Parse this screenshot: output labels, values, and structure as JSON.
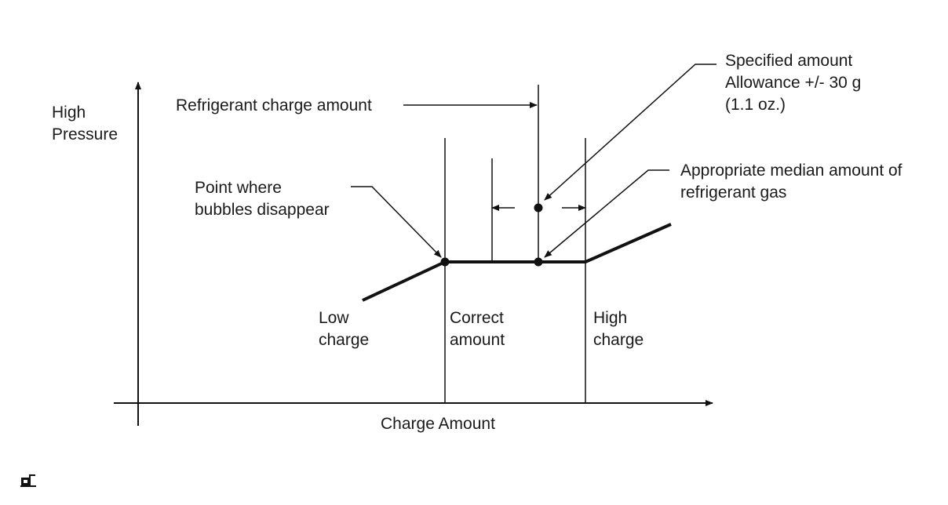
{
  "labels": {
    "y_axis": [
      "High",
      "Pressure"
    ],
    "x_axis": "Charge Amount",
    "refrigerant_charge": "Refrigerant charge amount",
    "specified": [
      "Specified amount",
      "Allowance +/- 30 g",
      "(1.1 oz.)"
    ],
    "median": [
      "Appropriate median amount of",
      "refrigerant gas"
    ],
    "bubbles": [
      "Point where",
      "bubbles disappear"
    ],
    "low": [
      "Low",
      "charge"
    ],
    "correct": [
      "Correct",
      "amount"
    ],
    "high": [
      "High",
      "charge"
    ]
  },
  "colors": {
    "line": "#111111",
    "text": "#1a1a1a",
    "background": "#ffffff"
  },
  "icons": {
    "corner": "service-icon"
  }
}
